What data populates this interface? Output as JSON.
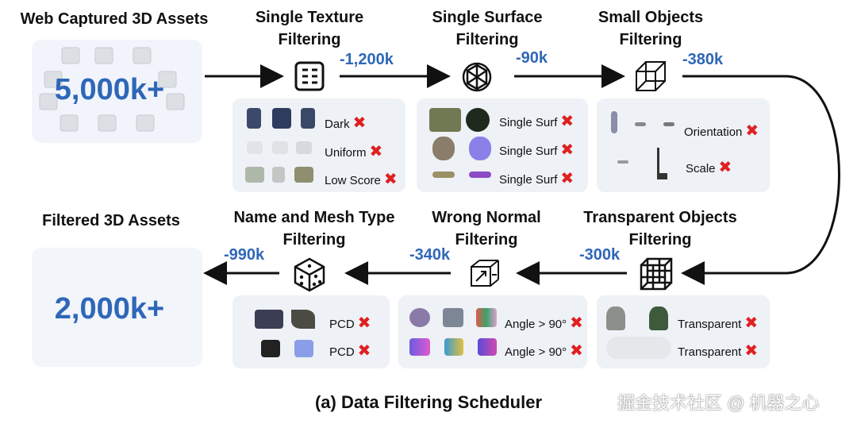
{
  "source": {
    "title": "Web Captured 3D Assets",
    "count": "5,000k+"
  },
  "target": {
    "title": "Filtered 3D Assets",
    "count": "2,000k+"
  },
  "stages": [
    {
      "title_line1": "Single Texture",
      "title_line2": "Filtering",
      "icon": "texture-grid-icon",
      "removed": "-1,200k",
      "rows": [
        {
          "label": "Dark"
        },
        {
          "label": "Uniform"
        },
        {
          "label": "Low Score"
        }
      ]
    },
    {
      "title_line1": "Single Surface",
      "title_line2": "Filtering",
      "icon": "knot-icon",
      "removed": "-90k",
      "rows": [
        {
          "label": "Single Surf"
        },
        {
          "label": "Single Surf"
        },
        {
          "label": "Single Surf"
        }
      ]
    },
    {
      "title_line1": "Small Objects",
      "title_line2": "Filtering",
      "icon": "cube-icon",
      "removed": "-380k",
      "rows": [
        {
          "label": "Orientation"
        },
        {
          "label": "Scale"
        }
      ]
    },
    {
      "title_line1": "Transparent Objects",
      "title_line2": "Filtering",
      "icon": "wireframe-cube-icon",
      "removed": "-300k",
      "rows": [
        {
          "label": "Transparent"
        },
        {
          "label": "Transparent"
        }
      ]
    },
    {
      "title_line1": "Wrong Normal",
      "title_line2": "Filtering",
      "icon": "normal-box-icon",
      "removed": "-340k",
      "rows": [
        {
          "label": "Angle > 90°"
        },
        {
          "label": "Angle > 90°"
        }
      ]
    },
    {
      "title_line1": "Name and Mesh Type",
      "title_line2": "Filtering",
      "icon": "dice-icon",
      "removed": "-990k",
      "rows": [
        {
          "label": "PCD"
        },
        {
          "label": "PCD"
        }
      ]
    }
  ],
  "reject_mark": "✖",
  "caption": "(a) Data Filtering Scheduler",
  "watermark": "掘金技术社区 @ 机器之心",
  "colors": {
    "accent": "#2f67b8",
    "reject": "#e02020",
    "panel": "#eef1f6"
  }
}
